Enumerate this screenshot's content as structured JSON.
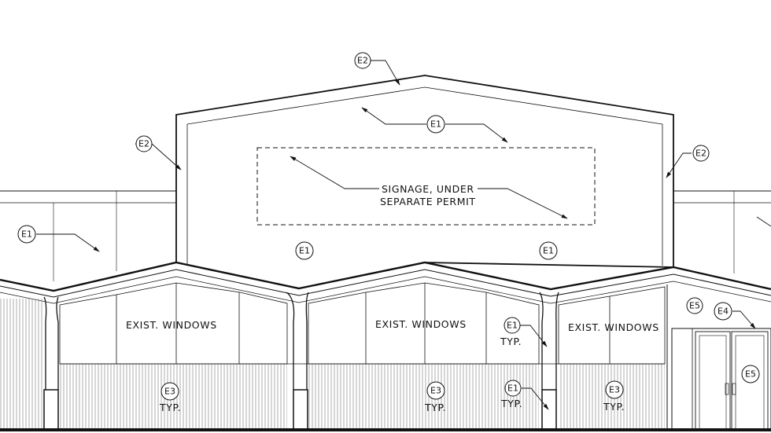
{
  "notes": {
    "signage_line1": "SIGNAGE, UNDER",
    "signage_line2": "SEPARATE PERMIT",
    "windows": [
      "EXIST. WINDOWS",
      "EXIST. WINDOWS",
      "EXIST. WINDOWS"
    ],
    "typ": "TYP."
  },
  "tags": {
    "e1": "E1",
    "e2": "E2",
    "e3": "E3",
    "e4": "E4",
    "e5": "E5"
  }
}
